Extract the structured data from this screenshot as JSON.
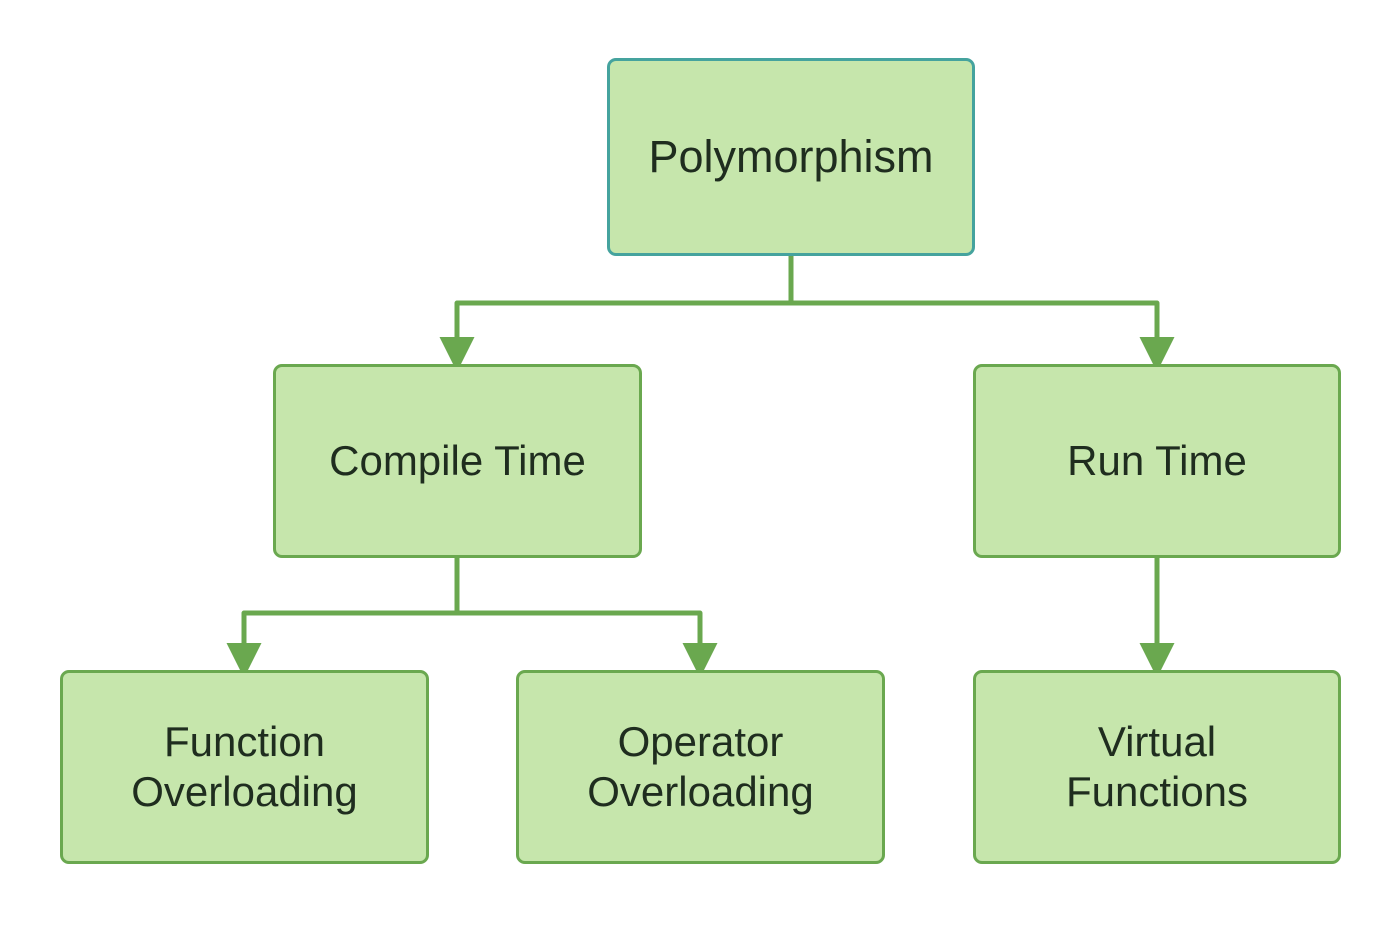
{
  "diagram": {
    "type": "hierarchy-tree",
    "title": "Polymorphism",
    "background_color": "#ffffff",
    "node_fill": "#c6e6ac",
    "node_border": "#6aa84f",
    "root_border": "#45a39e",
    "text_color": "#1f2d1f",
    "edge_color": "#6aa84f",
    "nodes": [
      {
        "id": "root",
        "label": "Polymorphism",
        "level": 0
      },
      {
        "id": "compile",
        "label": "Compile Time",
        "level": 1
      },
      {
        "id": "runtime",
        "label": "Run Time",
        "level": 1
      },
      {
        "id": "funcover",
        "label": "Function\nOverloading",
        "level": 2
      },
      {
        "id": "operover",
        "label": "Operator\nOverloading",
        "level": 2
      },
      {
        "id": "virtualfn",
        "label": "Virtual\nFunctions",
        "level": 2
      }
    ],
    "edges": [
      {
        "from": "root",
        "to": "compile"
      },
      {
        "from": "root",
        "to": "runtime"
      },
      {
        "from": "compile",
        "to": "funcover"
      },
      {
        "from": "compile",
        "to": "operover"
      },
      {
        "from": "runtime",
        "to": "virtualfn"
      }
    ]
  }
}
